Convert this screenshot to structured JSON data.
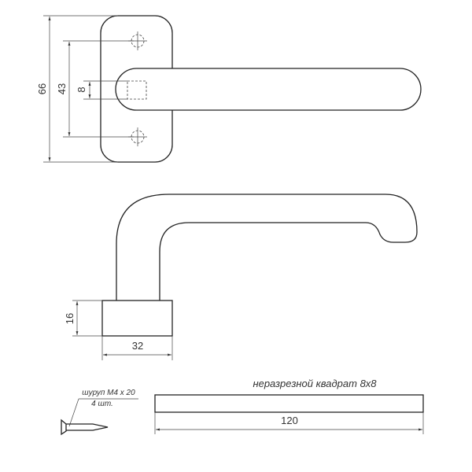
{
  "dimensions": {
    "plate_height": "66",
    "screw_spacing": "43",
    "square_size": "8",
    "base_height": "16",
    "base_width": "32",
    "rod_length": "120"
  },
  "notes": {
    "rod": "неразрезной квадрат 8x8",
    "screw_line1": "шуруп M4 x 20",
    "screw_line2": "4 шт."
  }
}
